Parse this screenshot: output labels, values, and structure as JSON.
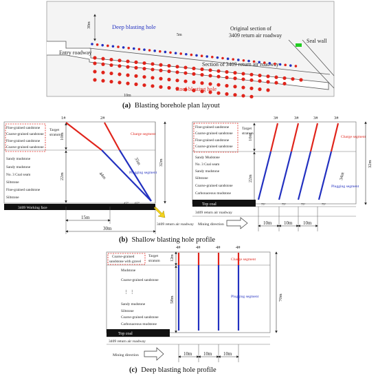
{
  "plan": {
    "labels": {
      "dim_30m": "30m",
      "deep_hole": "Deep blasting hole",
      "dim_5m": "5m",
      "original_section_1": "Original section of",
      "original_section_2": "3409 return air roadway",
      "seal_wall": "Seal wall",
      "entry_roadway": "Entry roadway",
      "section_3409": "Section of 3409 return air roadway",
      "roof_hole": "Roof blasting hole",
      "dim_10m": "10m"
    },
    "caption_letter": "(a)",
    "caption_text": "Blasting borehole plan layout"
  },
  "shallow_left": {
    "strata": [
      "Fine-grained sandstone",
      "Coarse-grained sandstone",
      "Fine-grained sandstone",
      "Coarse-grained sandstone",
      "Sandy mudstone",
      "Sandy mudstone",
      "No. 3 Coal seam",
      "Siltstone",
      "Fine-grained sandstone",
      "Siltstone"
    ],
    "target_1": "Target",
    "target_2": "stratum",
    "hole_1": "1#",
    "hole_2": "2#",
    "charge": "Charge segment",
    "plugging": "Plugging segment",
    "dim_10m": "10m",
    "dim_22m": "22m",
    "dim_32m": "32m",
    "dim_44m": "44m",
    "dim_35m": "35m",
    "angle_45": "45°",
    "angle_65": "65°",
    "working_face": "3409 Working face",
    "return_roadway": "3409 return air roadway",
    "dim_15m": "15m",
    "dim_30m": "30m"
  },
  "shallow_right": {
    "strata": [
      "Fine-grained sandstone",
      "Coarse-grained sandstone",
      "Fine-grained sandstone",
      "Coarse-grained sandstone",
      "Sandy Mudstone",
      "No. 3 Coal seam",
      "Sandy mudstone",
      "Siltstone",
      "Coarse-grained sandstone",
      "Carbonaceous mudstone"
    ],
    "target_1": "Target",
    "target_2": "stratum",
    "holes": [
      "3#",
      "3#",
      "3#",
      "3#"
    ],
    "charge": "Charge segment",
    "plugging": "Plugging segment",
    "dim_10m": "10m",
    "dim_22m": "22m",
    "dim_32m": "32m",
    "dim_34m": "34m",
    "angles": [
      "75°",
      "75°",
      "75°",
      "75°"
    ],
    "top_coal": "Top coal",
    "return_roadway": "3409 return air roadway",
    "mining_direction": "Mining direction",
    "spacings": [
      "10m",
      "10m",
      "10m"
    ]
  },
  "shallow_caption_letter": "(b)",
  "shallow_caption_text": "Shallow blasting hole profile",
  "deep": {
    "strata_top_1": "Coarse-grained",
    "strata_top_2": "sandstone with gravel",
    "strata": [
      "Mudstone",
      "Coarse-grained sandstone",
      "Sandy mudstone",
      "Siltstone",
      "Coarse-grained sandstone",
      "Carbonaceous mudstone"
    ],
    "target_1": "Target",
    "target_2": "stratum",
    "holes": [
      "4#",
      "4#",
      "4#",
      "4#"
    ],
    "charge": "Charge segment",
    "plugging": "Plugging segment",
    "dim_12m": "12m",
    "dim_58m": "58m",
    "dim_70m": "70m",
    "top_coal": "Top coal",
    "return_roadway": "3409 return air roadway",
    "mining_direction": "Mining direction",
    "spacings": [
      "10m",
      "10m",
      "10m"
    ],
    "caption_letter": "(c)",
    "caption_text": "Deep blasting hole profile"
  }
}
